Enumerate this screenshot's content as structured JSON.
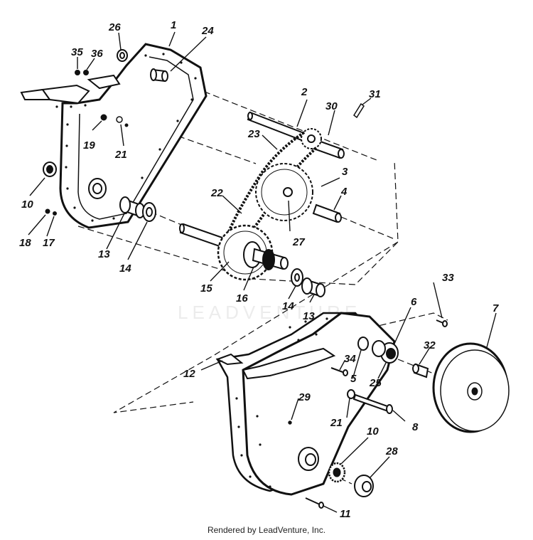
{
  "footer": "Rendered by LeadVenture, Inc.",
  "watermark": "LEADVENTURE",
  "callouts": [
    "1",
    "2",
    "3",
    "4",
    "5",
    "6",
    "7",
    "8",
    "10",
    "10",
    "11",
    "12",
    "13",
    "13",
    "14",
    "14",
    "15",
    "16",
    "17",
    "18",
    "19",
    "21",
    "21",
    "22",
    "23",
    "24",
    "25",
    "26",
    "27",
    "28",
    "29",
    "30",
    "31",
    "32",
    "33",
    "34",
    "35",
    "36"
  ]
}
